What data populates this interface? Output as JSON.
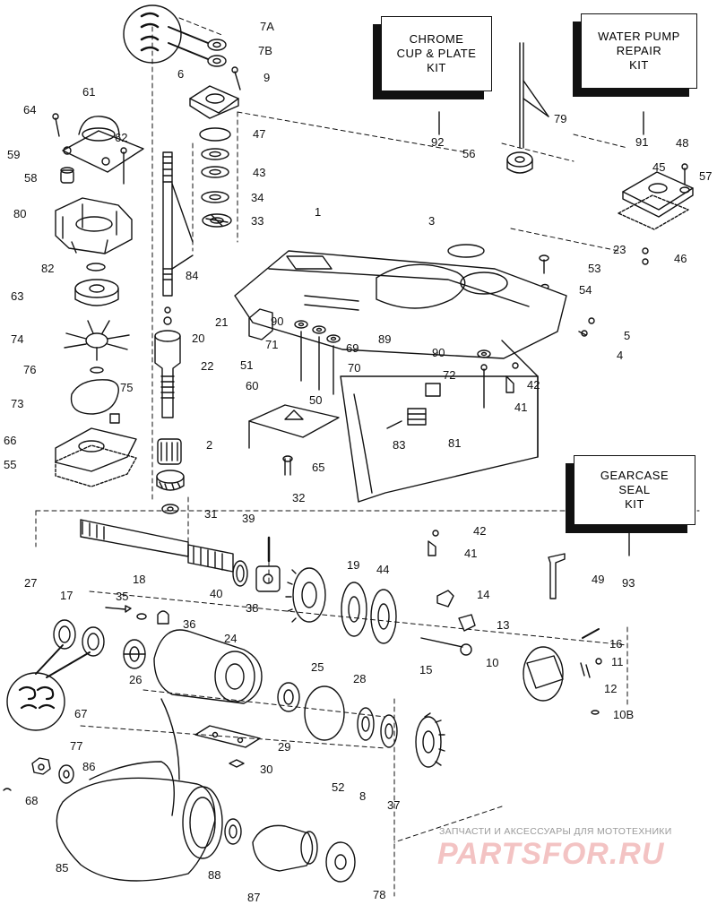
{
  "kits": {
    "chrome": [
      "CHROME",
      "CUP & PLATE",
      "KIT"
    ],
    "water_pump": [
      "WATER PUMP",
      "REPAIR",
      "KIT"
    ],
    "gearcase_seal": [
      "GEARCASE",
      "SEAL",
      "KIT"
    ]
  },
  "labels": {
    "l7a": "7A",
    "l7b": "7B",
    "l9": "9",
    "l6": "6",
    "l47": "47",
    "l43": "43",
    "l34": "34",
    "l33": "33",
    "l84": "84",
    "l21": "21",
    "l20": "20",
    "l22": "22",
    "l2": "2",
    "l32": "32",
    "l31": "31",
    "l61": "61",
    "l64": "64",
    "l62": "62",
    "l59": "59",
    "l58": "58",
    "l80": "80",
    "l82": "82",
    "l63": "63",
    "l74": "74",
    "l76": "76",
    "l73": "73",
    "l75": "75",
    "l66": "66",
    "l55": "55",
    "l92": "92",
    "l79": "79",
    "l56": "56",
    "l91": "91",
    "l48": "48",
    "l45": "45",
    "l57": "57",
    "l23": "23",
    "l46": "46",
    "l53": "53",
    "l54": "54",
    "l1": "1",
    "l3": "3",
    "l5": "5",
    "l4": "4",
    "l90a": "90",
    "l71": "71",
    "l89": "89",
    "l69": "69",
    "l51": "51",
    "l70": "70",
    "l50": "50",
    "l90b": "90",
    "l72": "72",
    "l42a": "42",
    "l41a": "41",
    "l60": "60",
    "l83": "83",
    "l81": "81",
    "l65": "65",
    "l42b": "42",
    "l41b": "41",
    "l39": "39",
    "l18": "18",
    "l40": "40",
    "l38": "38",
    "l19": "19",
    "l44": "44",
    "l49": "49",
    "l93": "93",
    "l27": "27",
    "l17": "17",
    "l35": "35",
    "l36": "36",
    "l14": "14",
    "l13": "13",
    "l24": "24",
    "l15": "15",
    "l10": "10",
    "l16": "16",
    "l11": "11",
    "l12": "12",
    "l10b": "10B",
    "l26": "26",
    "l25": "25",
    "l28": "28",
    "l67": "67",
    "l29": "29",
    "l77": "77",
    "l86": "86",
    "l30": "30",
    "l52": "52",
    "l8": "8",
    "l37": "37",
    "l68": "68",
    "l85": "85",
    "l88": "88",
    "l87": "87",
    "l78": "78"
  },
  "watermark": {
    "top": "ЗАПЧАСТИ И АКСЕССУАРЫ ДЛЯ МОТОТЕХНИКИ",
    "logo": "PARTSFOR.RU"
  },
  "colors": {
    "ink": "#111111",
    "watermark": "#f3c3c3"
  }
}
